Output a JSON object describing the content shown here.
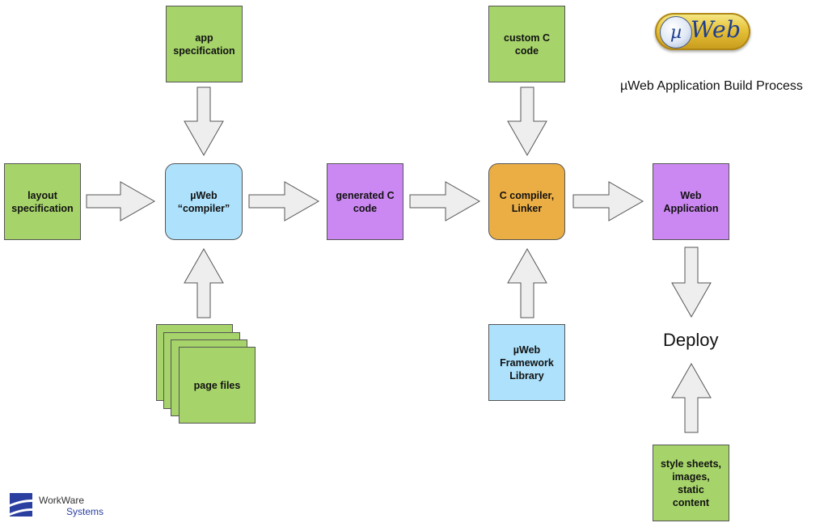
{
  "title": "µWeb Application Build Process",
  "logo": {
    "mu": "µ",
    "word": "Web"
  },
  "nodes": {
    "app_spec": "app\nspecification",
    "layout_spec": "layout\nspecification",
    "compiler": "µWeb\n“compiler”",
    "page_files": "page files",
    "generated_c": "generated C\ncode",
    "custom_c": "custom C\ncode",
    "c_compiler": "C compiler,\nLinker",
    "framework": "µWeb\nFramework\nLibrary",
    "web_app": "Web\nApplication",
    "deploy": "Deploy",
    "style_sheets": "style sheets,\nimages,\nstatic\ncontent"
  },
  "footer": {
    "company_line1": "WorkWare",
    "company_line2": "Systems"
  },
  "colors": {
    "input": "#a6d46a",
    "compiler": "#aee1fb",
    "artifact": "#cc88f2",
    "build": "#ebae45",
    "arrow_fill": "#eeeeee",
    "arrow_stroke": "#555555"
  }
}
